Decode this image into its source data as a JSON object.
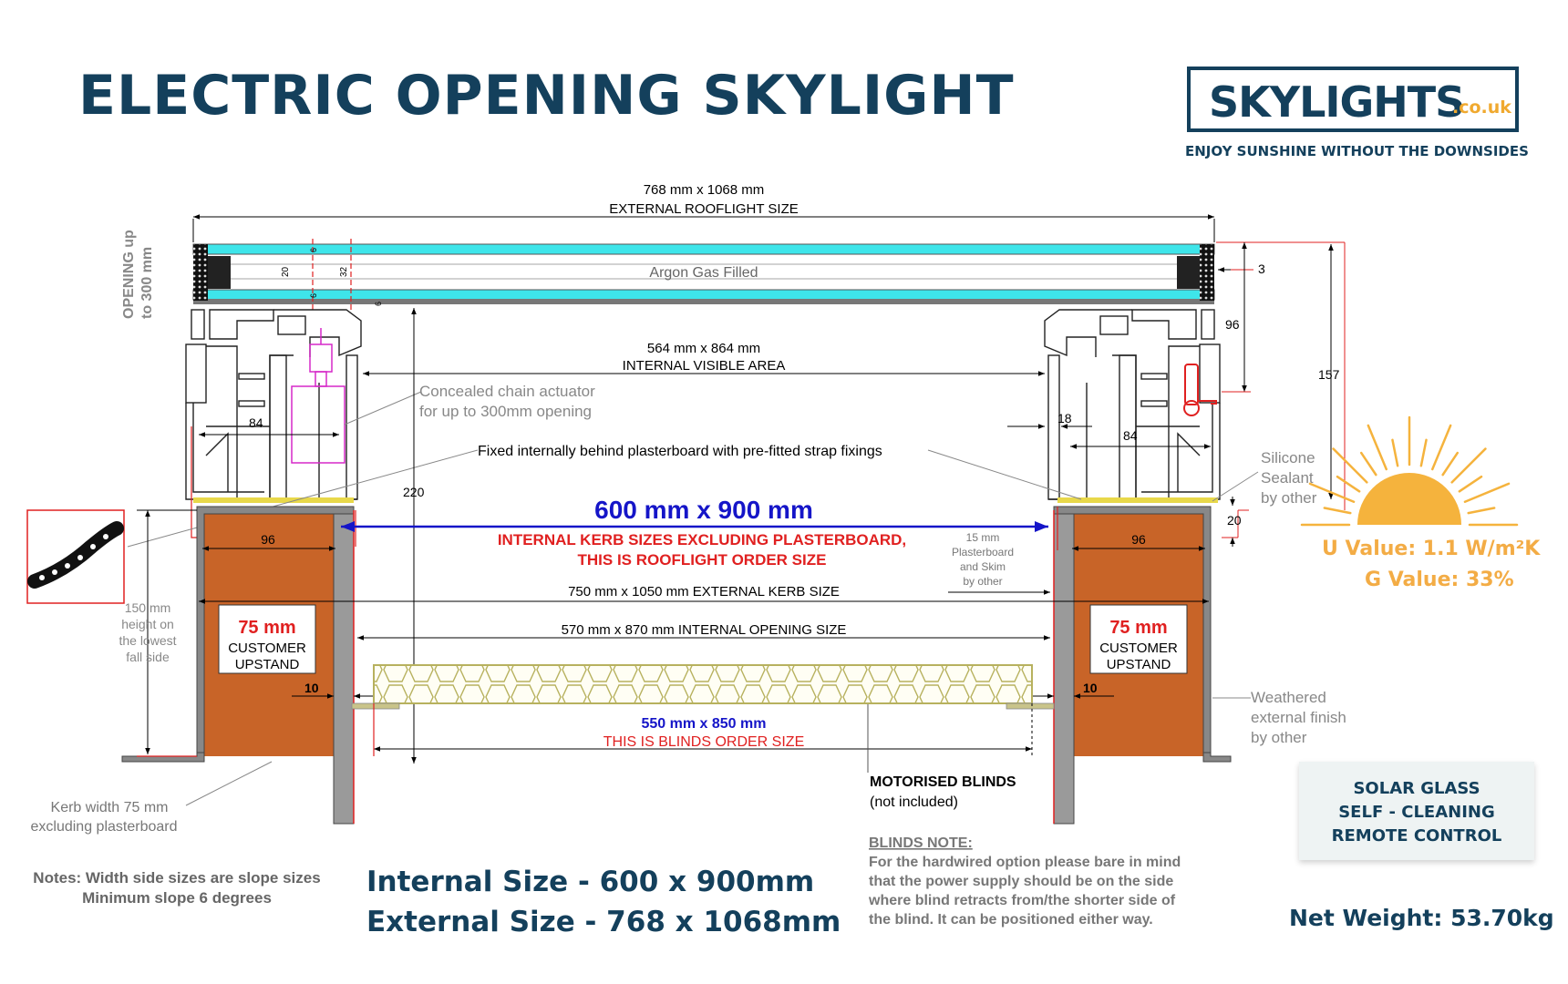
{
  "header": {
    "title": "ELECTRIC OPENING SKYLIGHT",
    "logo_main": "SKYLIGHTS",
    "logo_tld": ".co.uk",
    "tagline": "ENJOY SUNSHINE WITHOUT THE DOWNSIDES"
  },
  "colors": {
    "brand_navy": "#14405c",
    "accent_orange": "#f3ac45",
    "glass_cyan": "#3ee5ea",
    "kerb_wood": "#c86428",
    "dimension_red": "#e02020",
    "dimension_blue": "#1515c8"
  },
  "icons": [
    "sun-icon",
    "strap-fixing-icon"
  ],
  "diagram": {
    "external_rooflight_dims": "768 mm x 1068 mm",
    "external_rooflight_label": "EXTERNAL ROOFLIGHT SIZE",
    "opening_label_1": "OPENING up",
    "opening_label_2": "to 300 mm",
    "argon": "Argon Gas Filled",
    "glass_dim_6a": "6",
    "glass_dim_20": "20",
    "glass_dim_6b": "6",
    "glass_dim_32": "32",
    "glass_dim_6c": "6",
    "internal_visible_dims": "564 mm x 864 mm",
    "internal_visible_label": "INTERNAL VISIBLE AREA",
    "actuator_1": "Concealed chain actuator",
    "actuator_2": "for up to 300mm opening",
    "fixed_label": "Fixed internally behind plasterboard with pre-fitted strap fixings",
    "dim_84_left": "84",
    "dim_84_right": "84",
    "dim_18": "18",
    "dim_220": "220",
    "dim_3": "3",
    "dim_96_right_vertical": "96",
    "dim_157": "157",
    "dim_20": "20",
    "dim_96_left": "96",
    "dim_96_right": "96",
    "silicone_1": "Silicone",
    "silicone_2": "Sealant",
    "silicone_3": "by other",
    "kerb_internal_dims": "600 mm x 900 mm",
    "kerb_internal_1": "INTERNAL KERB SIZES EXCLUDING PLASTERBOARD,",
    "kerb_internal_2": "THIS IS ROOFLIGHT ORDER SIZE",
    "plasterboard_1": "15 mm",
    "plasterboard_2": "Plasterboard",
    "plasterboard_3": "and Skim",
    "plasterboard_4": "by other",
    "external_kerb": "750 mm x 1050 mm EXTERNAL KERB SIZE",
    "internal_opening": "570 mm x 870 mm INTERNAL OPENING SIZE",
    "upstand_mm_left": "75 mm",
    "upstand_mm_right": "75 mm",
    "upstand_customer_left": "CUSTOMER",
    "upstand_customer_right": "CUSTOMER",
    "upstand_upstand_left": "UPSTAND",
    "upstand_upstand_right": "UPSTAND",
    "dim_10_left": "10",
    "dim_10_right": "10",
    "height_1": "150 mm",
    "height_2": "height on",
    "height_3": "the lowest",
    "height_4": "fall side",
    "blinds_dims": "550 mm x 850 mm",
    "blinds_order": "THIS IS BLINDS ORDER SIZE",
    "weathered_1": "Weathered",
    "weathered_2": "external finish",
    "weathered_3": "by other",
    "motorised_1": "MOTORISED BLINDS",
    "motorised_2": "(not included)",
    "kerb_width_1": "Kerb width 75 mm",
    "kerb_width_2": "excluding plasterboard",
    "blinds_note_title": "BLINDS NOTE:",
    "blinds_note_1": "For the hardwired option please bare in mind",
    "blinds_note_2": "that the power supply should be on the side",
    "blinds_note_3": "where blind retracts from/the shorter side of",
    "blinds_note_4": "the blind. It can be positioned either way."
  },
  "notes": {
    "line1": "Notes: Width side sizes are slope sizes",
    "line2": "Minimum slope 6 degrees"
  },
  "sizes": {
    "internal": "Internal Size  - 600 x 900mm",
    "external": "External Size - 768 x 1068mm"
  },
  "specs": {
    "u_value": "U Value: 1.1 W/m²K",
    "g_value": "G Value: 33%",
    "feature_1": "SOLAR GLASS",
    "feature_2": "SELF - CLEANING",
    "feature_3": "REMOTE CONTROL",
    "net_weight": "Net Weight: 53.70kg"
  }
}
